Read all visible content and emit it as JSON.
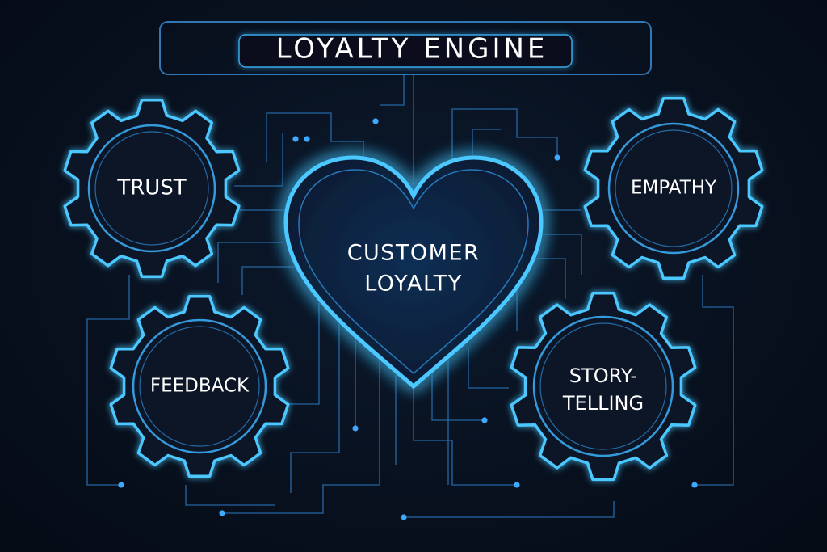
{
  "title": "LOYALTY ENGINE",
  "center": {
    "line1": "CUSTOMER",
    "line2": "LOYALTY"
  },
  "gears": {
    "trust": "TRUST",
    "empathy": "EMPATHY",
    "feedback": "FEEDBACK",
    "storytelling_line1": "STORY-",
    "storytelling_line2": "TELLING"
  },
  "colors": {
    "background": "#060d18",
    "accent": "#3fb8ff",
    "circuit": "#2a6fb0",
    "text": "#ffffff"
  }
}
